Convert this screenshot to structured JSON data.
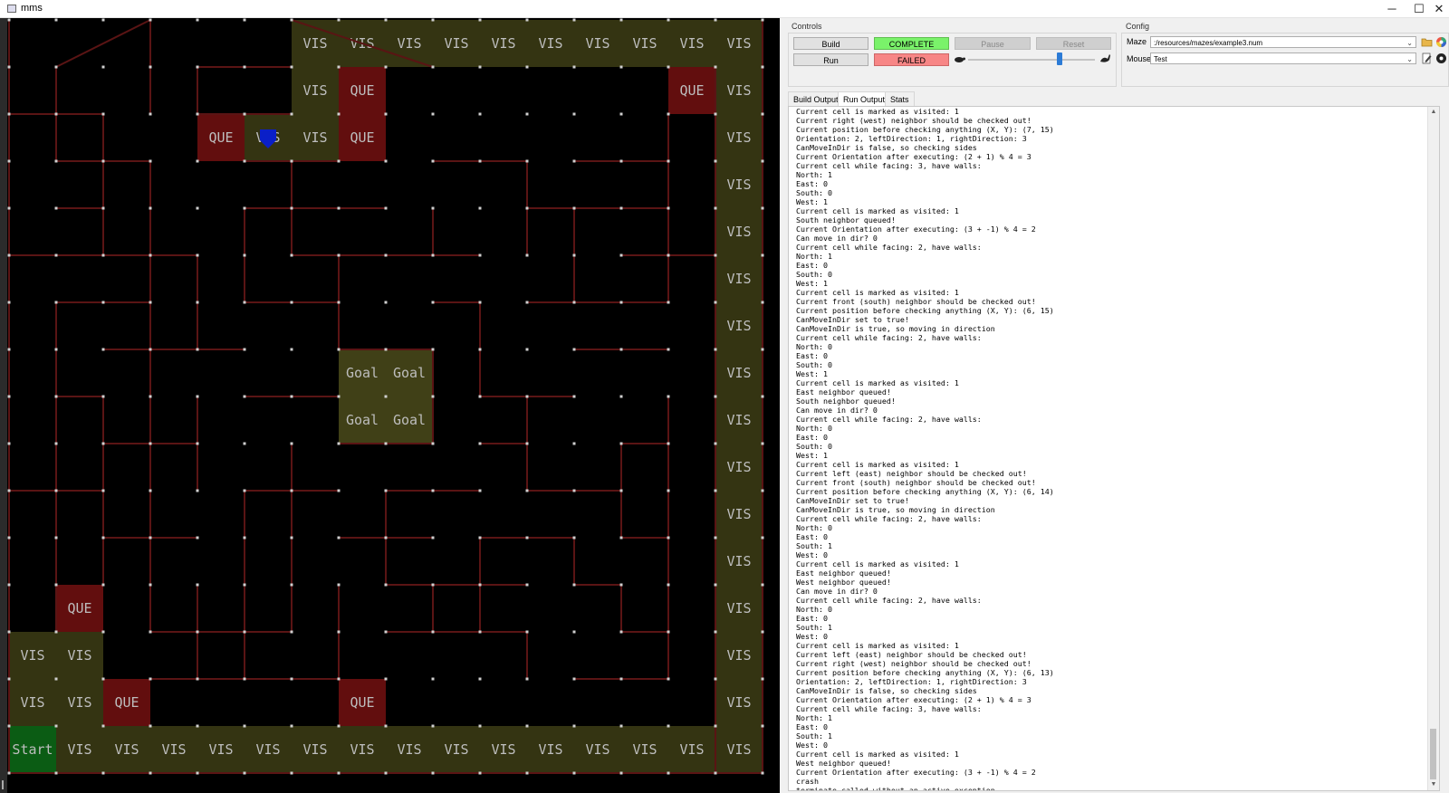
{
  "window": {
    "title": "mms",
    "minimize": "─",
    "maximize": "☐",
    "close": "✕"
  },
  "controls": {
    "title": "Controls",
    "build_label": "Build",
    "build_status": "COMPLETE",
    "pause_label": "Pause",
    "reset_label": "Reset",
    "run_label": "Run",
    "run_status": "FAILED",
    "speed_slow_icon": "turtle-icon",
    "speed_fast_icon": "rabbit-icon",
    "speed_level": 0.72
  },
  "config": {
    "title": "Config",
    "maze_label": "Maze",
    "maze_value": ":/resources/mazes/example3.num",
    "mouse_label": "Mouse",
    "mouse_value": "Test"
  },
  "tabs": [
    {
      "label": "Build Output"
    },
    {
      "label": "Run Output"
    },
    {
      "label": "Stats"
    }
  ],
  "active_tab": 1,
  "log_lines": [
    "Current cell is marked as visited: 1",
    "Current right (west) neighbor should be checked out!",
    "Current position before checking anything (X, Y): (7, 15)",
    "Orientation: 2, leftDirection: 1, rightDirection: 3",
    "CanMoveInDir is false, so checking sides",
    "Current Orientation after executing: (2 + 1) % 4 = 3",
    "Current cell while facing: 3, have walls:",
    "North: 1",
    "East: 0",
    "South: 0",
    "West: 1",
    "Current cell is marked as visited: 1",
    "South neighbor queued!",
    "Current Orientation after executing: (3 + -1) % 4 = 2",
    "Can move in dir? 0",
    "Current cell while facing: 2, have walls:",
    "North: 1",
    "East: 0",
    "South: 0",
    "West: 1",
    "Current cell is marked as visited: 1",
    "Current front (south) neighbor should be checked out!",
    "Current position before checking anything (X, Y): (6, 15)",
    "CanMoveInDir set to true!",
    "CanMoveInDir is true, so moving in direction",
    "Current cell while facing: 2, have walls:",
    "North: 0",
    "East: 0",
    "South: 0",
    "West: 1",
    "Current cell is marked as visited: 1",
    "East neighbor queued!",
    "South neighbor queued!",
    "Can move in dir? 0",
    "Current cell while facing: 2, have walls:",
    "North: 0",
    "East: 0",
    "South: 0",
    "West: 1",
    "Current cell is marked as visited: 1",
    "Current left (east) neighbor should be checked out!",
    "Current front (south) neighbor should be checked out!",
    "Current position before checking anything (X, Y): (6, 14)",
    "CanMoveInDir set to true!",
    "CanMoveInDir is true, so moving in direction",
    "Current cell while facing: 2, have walls:",
    "North: 0",
    "East: 0",
    "South: 1",
    "West: 0",
    "Current cell is marked as visited: 1",
    "East neighbor queued!",
    "West neighbor queued!",
    "Can move in dir? 0",
    "Current cell while facing: 2, have walls:",
    "North: 0",
    "East: 0",
    "South: 1",
    "West: 0",
    "Current cell is marked as visited: 1",
    "Current left (east) neighbor should be checked out!",
    "Current right (west) neighbor should be checked out!",
    "Current position before checking anything (X, Y): (6, 13)",
    "Orientation: 2, leftDirection: 1, rightDirection: 3",
    "CanMoveInDir is false, so checking sides",
    "Current Orientation after executing: (2 + 1) % 4 = 3",
    "Current cell while facing: 3, have walls:",
    "North: 1",
    "East: 0",
    "South: 1",
    "West: 0",
    "Current cell is marked as visited: 1",
    "West neighbor queued!",
    "Current Orientation after executing: (3 + -1) % 4 = 2",
    "crash",
    "terminate called without an active exception"
  ],
  "maze": {
    "cells": [
      {
        "col": 6,
        "row": 0,
        "label": "VIS",
        "kind": "vis"
      },
      {
        "col": 7,
        "row": 0,
        "label": "VIS",
        "kind": "vis"
      },
      {
        "col": 8,
        "row": 0,
        "label": "VIS",
        "kind": "vis"
      },
      {
        "col": 9,
        "row": 0,
        "label": "VIS",
        "kind": "vis"
      },
      {
        "col": 10,
        "row": 0,
        "label": "VIS",
        "kind": "vis"
      },
      {
        "col": 11,
        "row": 0,
        "label": "VIS",
        "kind": "vis"
      },
      {
        "col": 12,
        "row": 0,
        "label": "VIS",
        "kind": "vis"
      },
      {
        "col": 13,
        "row": 0,
        "label": "VIS",
        "kind": "vis"
      },
      {
        "col": 14,
        "row": 0,
        "label": "VIS",
        "kind": "vis"
      },
      {
        "col": 15,
        "row": 0,
        "label": "VIS",
        "kind": "vis"
      },
      {
        "col": 6,
        "row": 1,
        "label": "VIS",
        "kind": "vis"
      },
      {
        "col": 7,
        "row": 1,
        "label": "QUE",
        "kind": "que"
      },
      {
        "col": 14,
        "row": 1,
        "label": "QUE",
        "kind": "que"
      },
      {
        "col": 15,
        "row": 1,
        "label": "VIS",
        "kind": "vis"
      },
      {
        "col": 4,
        "row": 2,
        "label": "QUE",
        "kind": "que"
      },
      {
        "col": 5,
        "row": 2,
        "label": "VIS",
        "kind": "vis"
      },
      {
        "col": 6,
        "row": 2,
        "label": "VIS",
        "kind": "vis"
      },
      {
        "col": 7,
        "row": 2,
        "label": "QUE",
        "kind": "que"
      },
      {
        "col": 15,
        "row": 2,
        "label": "VIS",
        "kind": "vis"
      },
      {
        "col": 15,
        "row": 3,
        "label": "VIS",
        "kind": "vis"
      },
      {
        "col": 15,
        "row": 4,
        "label": "VIS",
        "kind": "vis"
      },
      {
        "col": 15,
        "row": 5,
        "label": "VIS",
        "kind": "vis"
      },
      {
        "col": 15,
        "row": 6,
        "label": "VIS",
        "kind": "vis"
      },
      {
        "col": 7,
        "row": 7,
        "label": "Goal",
        "kind": "goal"
      },
      {
        "col": 8,
        "row": 7,
        "label": "Goal",
        "kind": "goal"
      },
      {
        "col": 15,
        "row": 7,
        "label": "VIS",
        "kind": "vis"
      },
      {
        "col": 7,
        "row": 8,
        "label": "Goal",
        "kind": "goal"
      },
      {
        "col": 8,
        "row": 8,
        "label": "Goal",
        "kind": "goal"
      },
      {
        "col": 15,
        "row": 8,
        "label": "VIS",
        "kind": "vis"
      },
      {
        "col": 15,
        "row": 9,
        "label": "VIS",
        "kind": "vis"
      },
      {
        "col": 15,
        "row": 10,
        "label": "VIS",
        "kind": "vis"
      },
      {
        "col": 15,
        "row": 11,
        "label": "VIS",
        "kind": "vis"
      },
      {
        "col": 1,
        "row": 12,
        "label": "QUE",
        "kind": "que"
      },
      {
        "col": 15,
        "row": 12,
        "label": "VIS",
        "kind": "vis"
      },
      {
        "col": 0,
        "row": 13,
        "label": "VIS",
        "kind": "vis"
      },
      {
        "col": 1,
        "row": 13,
        "label": "VIS",
        "kind": "vis"
      },
      {
        "col": 15,
        "row": 13,
        "label": "VIS",
        "kind": "vis"
      },
      {
        "col": 0,
        "row": 14,
        "label": "VIS",
        "kind": "vis"
      },
      {
        "col": 1,
        "row": 14,
        "label": "VIS",
        "kind": "vis"
      },
      {
        "col": 2,
        "row": 14,
        "label": "QUE",
        "kind": "que"
      },
      {
        "col": 7,
        "row": 14,
        "label": "QUE",
        "kind": "que"
      },
      {
        "col": 15,
        "row": 14,
        "label": "VIS",
        "kind": "vis"
      },
      {
        "col": 0,
        "row": 15,
        "label": "Start",
        "kind": "start"
      },
      {
        "col": 1,
        "row": 15,
        "label": "VIS",
        "kind": "vis"
      },
      {
        "col": 2,
        "row": 15,
        "label": "VIS",
        "kind": "vis"
      },
      {
        "col": 3,
        "row": 15,
        "label": "VIS",
        "kind": "vis"
      },
      {
        "col": 4,
        "row": 15,
        "label": "VIS",
        "kind": "vis"
      },
      {
        "col": 5,
        "row": 15,
        "label": "VIS",
        "kind": "vis"
      },
      {
        "col": 6,
        "row": 15,
        "label": "VIS",
        "kind": "vis"
      },
      {
        "col": 7,
        "row": 15,
        "label": "VIS",
        "kind": "vis"
      },
      {
        "col": 8,
        "row": 15,
        "label": "VIS",
        "kind": "vis"
      },
      {
        "col": 9,
        "row": 15,
        "label": "VIS",
        "kind": "vis"
      },
      {
        "col": 10,
        "row": 15,
        "label": "VIS",
        "kind": "vis"
      },
      {
        "col": 11,
        "row": 15,
        "label": "VIS",
        "kind": "vis"
      },
      {
        "col": 12,
        "row": 15,
        "label": "VIS",
        "kind": "vis"
      },
      {
        "col": 13,
        "row": 15,
        "label": "VIS",
        "kind": "vis"
      },
      {
        "col": 14,
        "row": 15,
        "label": "VIS",
        "kind": "vis"
      },
      {
        "col": 15,
        "row": 15,
        "label": "VIS",
        "kind": "vis"
      }
    ],
    "mouse": {
      "col": 5,
      "row": 2,
      "icon": "mouse-icon"
    },
    "colors": {
      "background": "#000000",
      "vis": "#343412",
      "que": "#620e0e",
      "goal": "#404017",
      "start": "#0b5c14",
      "wall": "#5a1414",
      "post": "#d0d0d0",
      "text": "#bdbdbd",
      "mouse": "#0a1fc8"
    }
  }
}
